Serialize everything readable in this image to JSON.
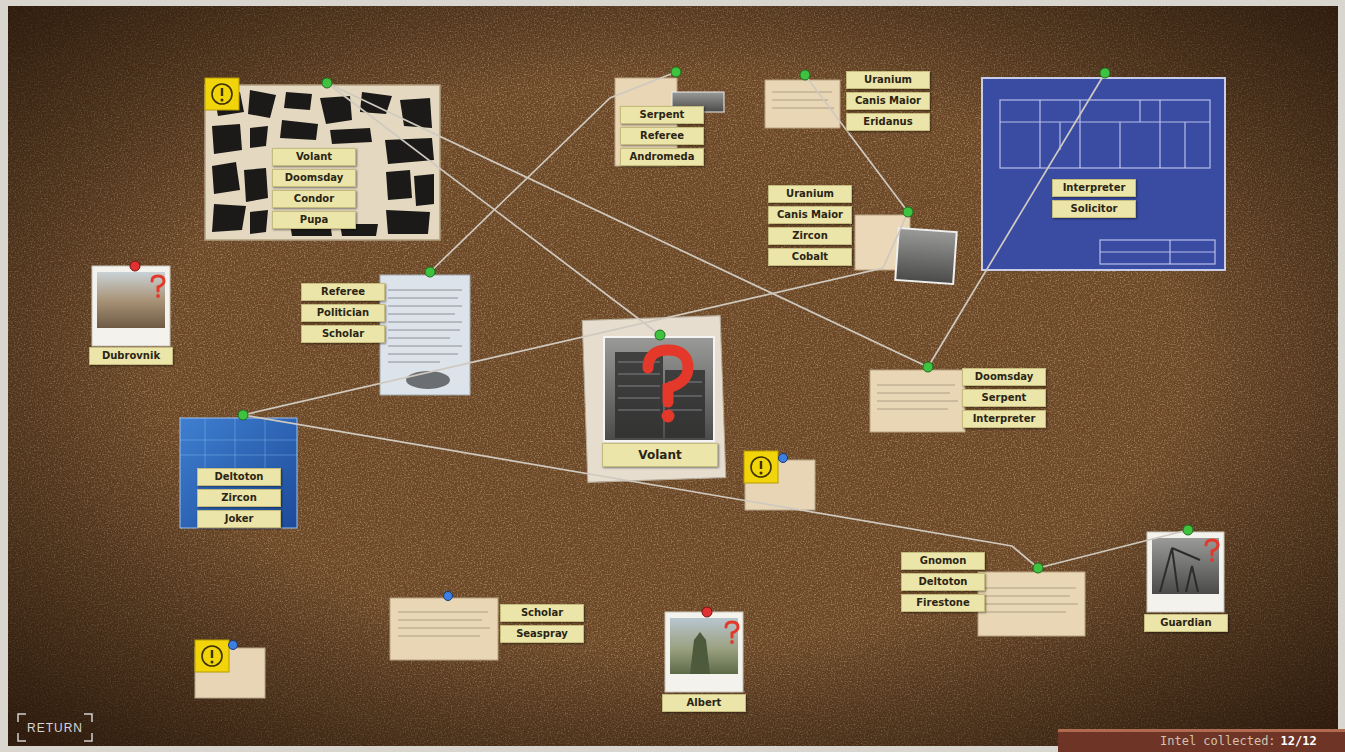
{
  "diagram": {
    "nodes": [
      {
        "text": [
          "Volant",
          "Doomsday",
          "Condor",
          "Pupa"
        ]
      },
      {
        "text": [
          "Serpent",
          "Referee",
          "Andromeda"
        ]
      },
      {
        "text": [
          "Uranium",
          "Canis Maior",
          "Eridanus"
        ]
      },
      {
        "text": [
          "Interpreter",
          "Solicitor"
        ]
      },
      {
        "text": [
          "Uranium",
          "Canis Maior",
          "Zircon",
          "Cobalt"
        ]
      },
      {
        "text": [
          "Dubrovnik"
        ]
      },
      {
        "text": [
          "Referee",
          "Politician",
          "Scholar"
        ]
      },
      {
        "text": [
          "Volant"
        ]
      },
      {
        "text": [
          "Doomsday",
          "Serpent",
          "Interpreter"
        ]
      },
      {
        "text": [
          "Deltoton",
          "Zircon",
          "Joker"
        ]
      },
      {
        "text": [
          "Gnomon",
          "Deltoton",
          "Firestone"
        ]
      },
      {
        "text": [
          "Guardian"
        ]
      },
      {
        "text": [
          "Scholar",
          "Seaspray"
        ]
      },
      {
        "text": [
          "Albert"
        ]
      }
    ],
    "edges": [
      {
        "from": 0,
        "to": 7,
        "arrow": "none"
      },
      {
        "from": 0,
        "to": 8,
        "arrow": "none"
      },
      {
        "from": 1,
        "to": 6,
        "arrow": "none"
      },
      {
        "from": 2,
        "to": 4,
        "arrow": "none"
      },
      {
        "from": 3,
        "to": 8,
        "arrow": "none"
      },
      {
        "from": 4,
        "to": 9,
        "arrow": "none"
      },
      {
        "from": 9,
        "to": 10,
        "arrow": "none"
      },
      {
        "from": 10,
        "to": 11,
        "arrow": "none"
      }
    ],
    "labels": [
      "RETURN",
      "Intel collected:",
      "12/12"
    ]
  }
}
